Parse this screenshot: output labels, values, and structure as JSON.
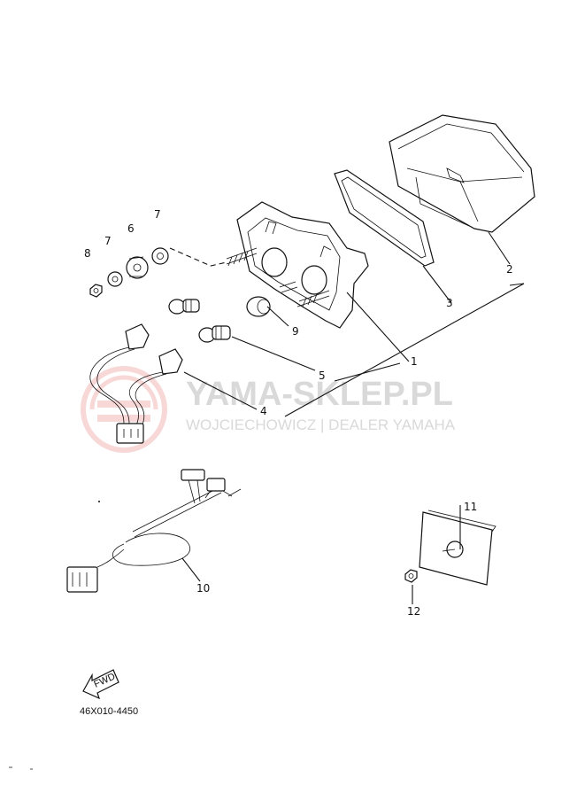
{
  "watermark": {
    "title": "YAMA-SKLEP.PL",
    "subtitle": "WOJCIECHOWICZ | DEALER YAMAHA",
    "color": "#d9d9d9",
    "logo_color": "#f3b7b7"
  },
  "callouts": {
    "c1": "1",
    "c2": "2",
    "c3": "3",
    "c4": "4",
    "c5": "5",
    "c6": "6",
    "c7a": "7",
    "c7b": "7",
    "c8": "8",
    "c9": "9",
    "c10": "10",
    "c11": "11",
    "c12": "12"
  },
  "fwd_label": "FWD",
  "diagram_code": "46X010-4450"
}
